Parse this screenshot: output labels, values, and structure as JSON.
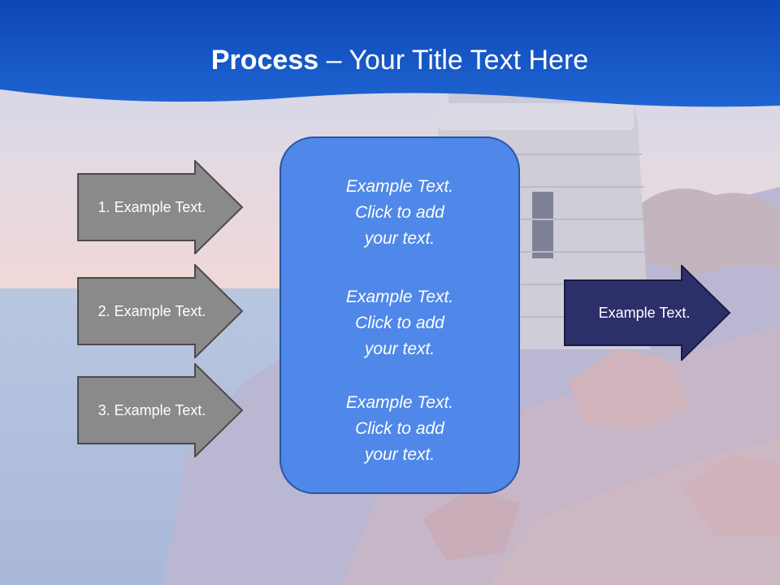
{
  "slide": {
    "title_bold": "Process",
    "title_rest": " – Your Title Text Here",
    "inputs": [
      "1. Example Text.",
      "2. Example Text.",
      "3. Example Text."
    ],
    "center_items": [
      "Example Text.\nClick  to add\nyour text.",
      "Example Text.\nClick  to add\nyour text.",
      "Example Text.\nClick  to add\nyour text."
    ],
    "output": "Example Text."
  },
  "colors": {
    "header_blue": "#1657c4",
    "input_arrow": "#8a8a8a",
    "center_box": "#4f88e8",
    "output_arrow": "#2d2f6b"
  }
}
